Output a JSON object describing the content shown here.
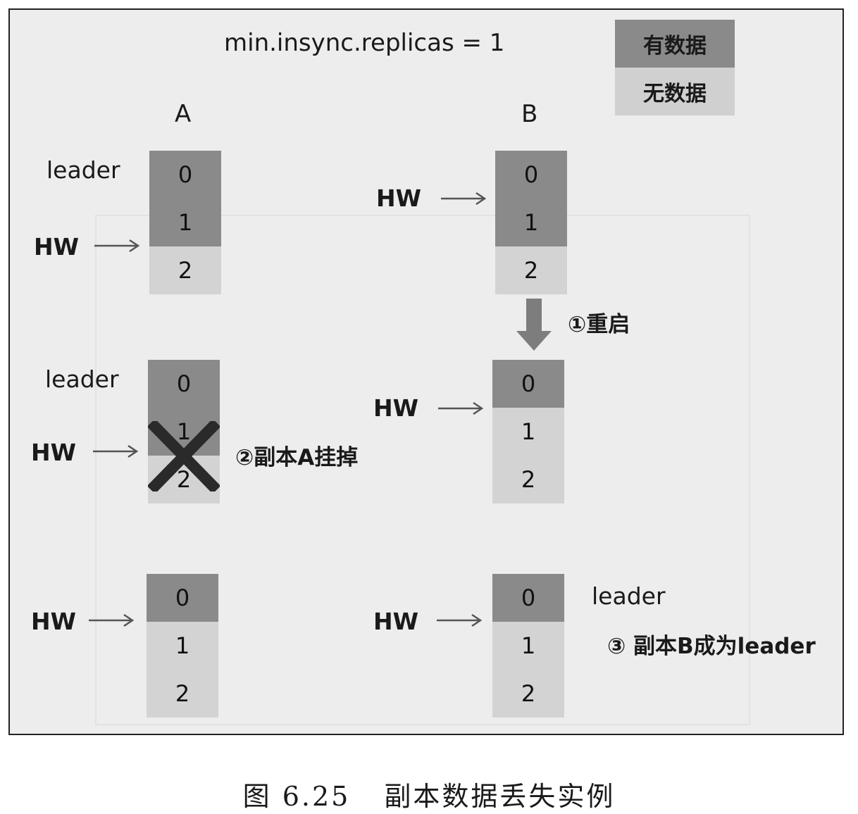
{
  "title": "min.insync.replicas = 1",
  "legend": {
    "has_data": "有数据",
    "no_data": "无数据"
  },
  "columns": {
    "a": "A",
    "b": "B"
  },
  "labels": {
    "leader": "leader",
    "hw": "HW"
  },
  "cells": [
    "0",
    "1",
    "2"
  ],
  "annotations": {
    "restart": "①重启",
    "replica_a_down": "②副本A挂掉",
    "replica_b_leader": "③ 副本B成为leader"
  },
  "caption": {
    "number": "图 6.25",
    "text": "副本数据丢失实例"
  },
  "colors": {
    "has_data": "#8a8a8a",
    "no_data": "#d3d3d3",
    "cross": "#2a2a2a"
  }
}
